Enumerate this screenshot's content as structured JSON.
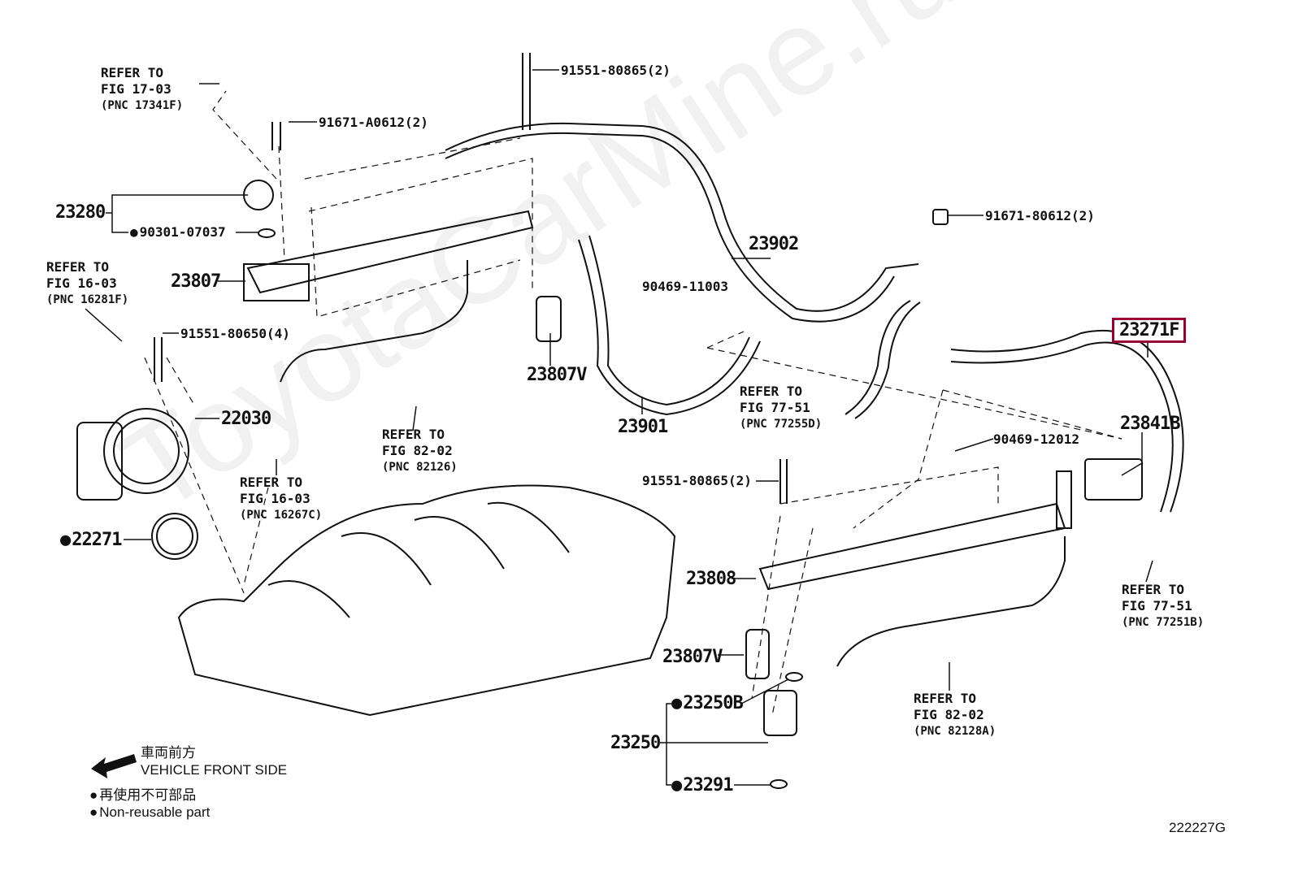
{
  "watermark": "ToyotaCarMine.ru",
  "highlight_color": "#9a0036",
  "callouts": {
    "p91551_80865_top": "91551-80865(2)",
    "p91671_A0612": "91671-A0612(2)",
    "p23280": "23280",
    "p90301_07037": "90301-07037",
    "p23807": "23807",
    "p91551_80650": "91551-80650(4)",
    "p22030": "22030",
    "p23807V_top": "23807V",
    "p90469_11003": "90469-11003",
    "p23902": "23902",
    "p91671_80612": "91671-80612(2)",
    "p23271F": "23271F",
    "p23901": "23901",
    "p90469_12012": "90469-12012",
    "p23841B": "23841B",
    "p91551_80865_mid": "91551-80865(2)",
    "p22271": "22271",
    "p23808": "23808",
    "p23807V_bot": "23807V",
    "p23250B": "23250B",
    "p23250": "23250",
    "p23291": "23291"
  },
  "refs": [
    {
      "l1": "REFER TO",
      "l2": "FIG 17-03",
      "l3": "(PNC 17341F)"
    },
    {
      "l1": "REFER TO",
      "l2": "FIG 16-03",
      "l3": "(PNC 16281F)"
    },
    {
      "l1": "REFER TO",
      "l2": "FIG 82-02",
      "l3": "(PNC 82126)"
    },
    {
      "l1": "REFER TO",
      "l2": "FIG 77-51",
      "l3": "(PNC 77255D)"
    },
    {
      "l1": "REFER TO",
      "l2": "FIG 16-03",
      "l3": "(PNC 16267C)"
    },
    {
      "l1": "REFER TO",
      "l2": "FIG 77-51",
      "l3": "(PNC 77251B)"
    },
    {
      "l1": "REFER TO",
      "l2": "FIG 82-02",
      "l3": "(PNC 82128A)"
    }
  ],
  "legend": {
    "front_jp": "車両前方",
    "front_en": "VEHICLE FRONT SIDE",
    "nonreuse_jp": "再使用不可部品",
    "nonreuse_en": "Non-reusable part"
  },
  "figure_id": "222227G"
}
